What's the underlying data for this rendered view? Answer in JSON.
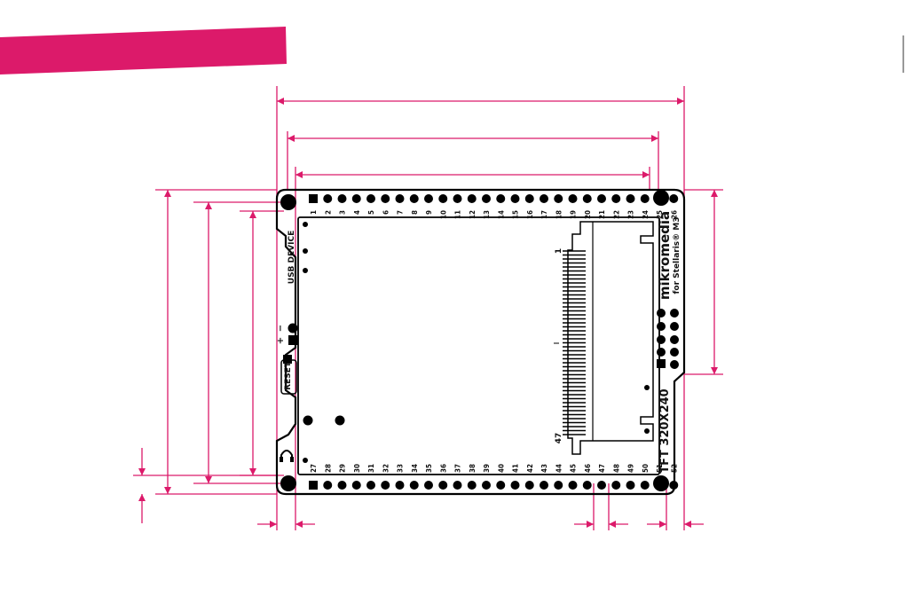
{
  "header": {
    "accent": "#dc1a6a"
  },
  "board": {
    "board_color": "#000000",
    "accent": "#dc1a6a",
    "labels": {
      "usb": "USB DEVICE",
      "reset": "RESET",
      "brand": "mikromedia",
      "brand_sub": "for Stellaris® M3",
      "display": "TFT 320X240",
      "fpc_first": "1",
      "fpc_last": "47",
      "plus": "+",
      "minus": "−"
    },
    "top_pins": [
      "1",
      "2",
      "3",
      "4",
      "5",
      "6",
      "7",
      "8",
      "9",
      "10",
      "11",
      "12",
      "13",
      "14",
      "15",
      "16",
      "17",
      "18",
      "19",
      "20",
      "21",
      "22",
      "23",
      "24",
      "25",
      "26"
    ],
    "bottom_pins": [
      "27",
      "28",
      "29",
      "30",
      "31",
      "32",
      "33",
      "34",
      "35",
      "36",
      "37",
      "38",
      "39",
      "40",
      "41",
      "42",
      "43",
      "44",
      "45",
      "46",
      "47",
      "48",
      "49",
      "50",
      "51",
      "52"
    ]
  }
}
